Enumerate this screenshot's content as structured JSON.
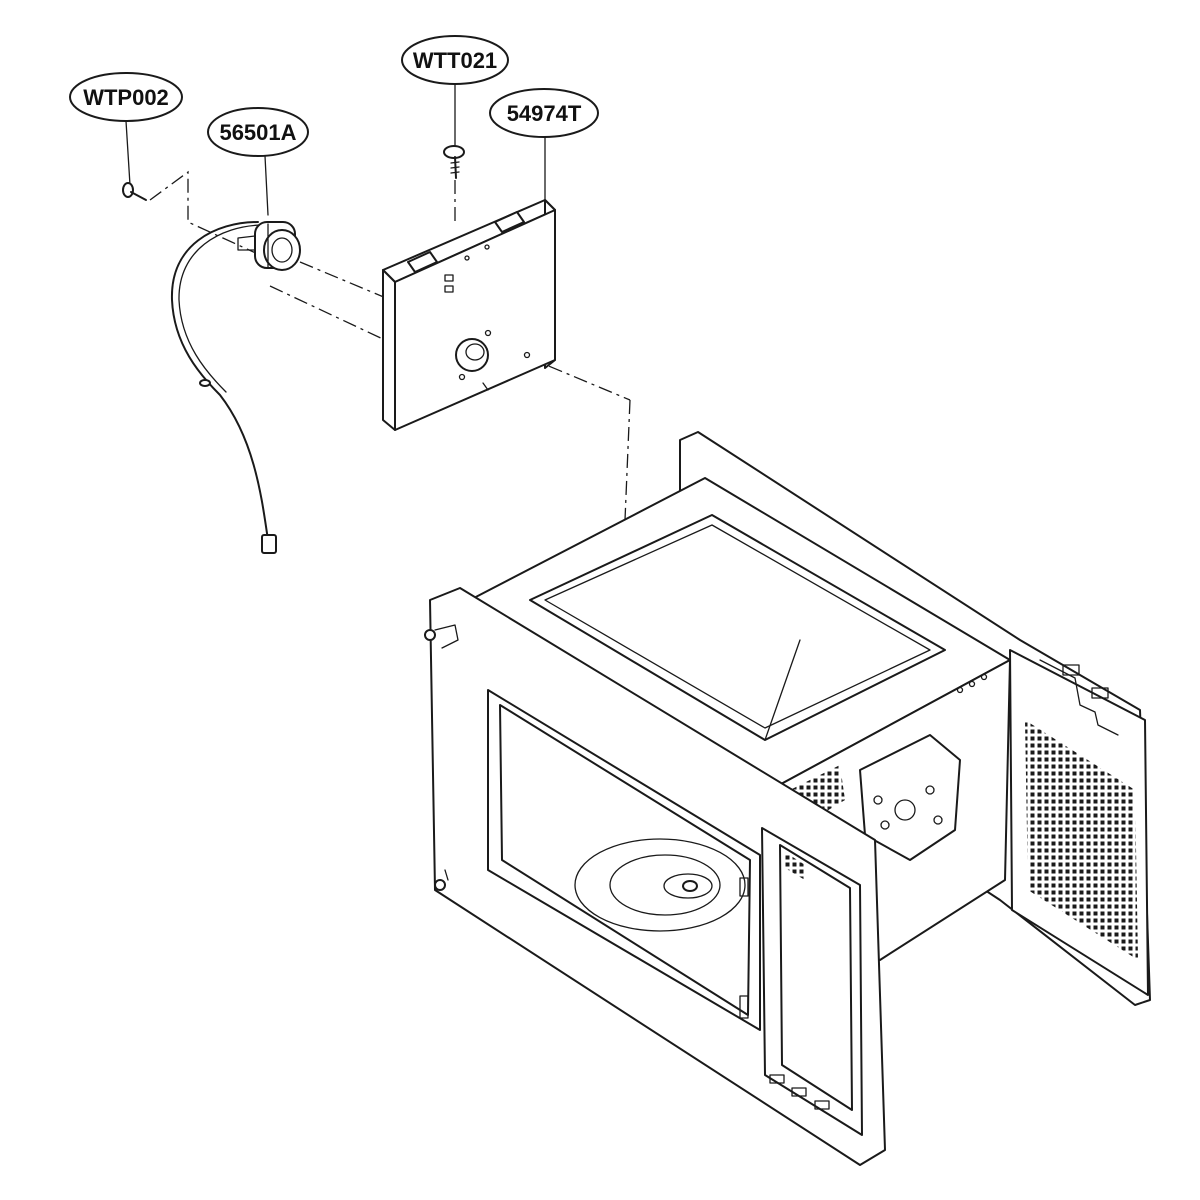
{
  "callouts": {
    "screw_left": "WTP002",
    "sensor": "56501A",
    "screw_top": "WTT021",
    "bracket": "54974T"
  }
}
